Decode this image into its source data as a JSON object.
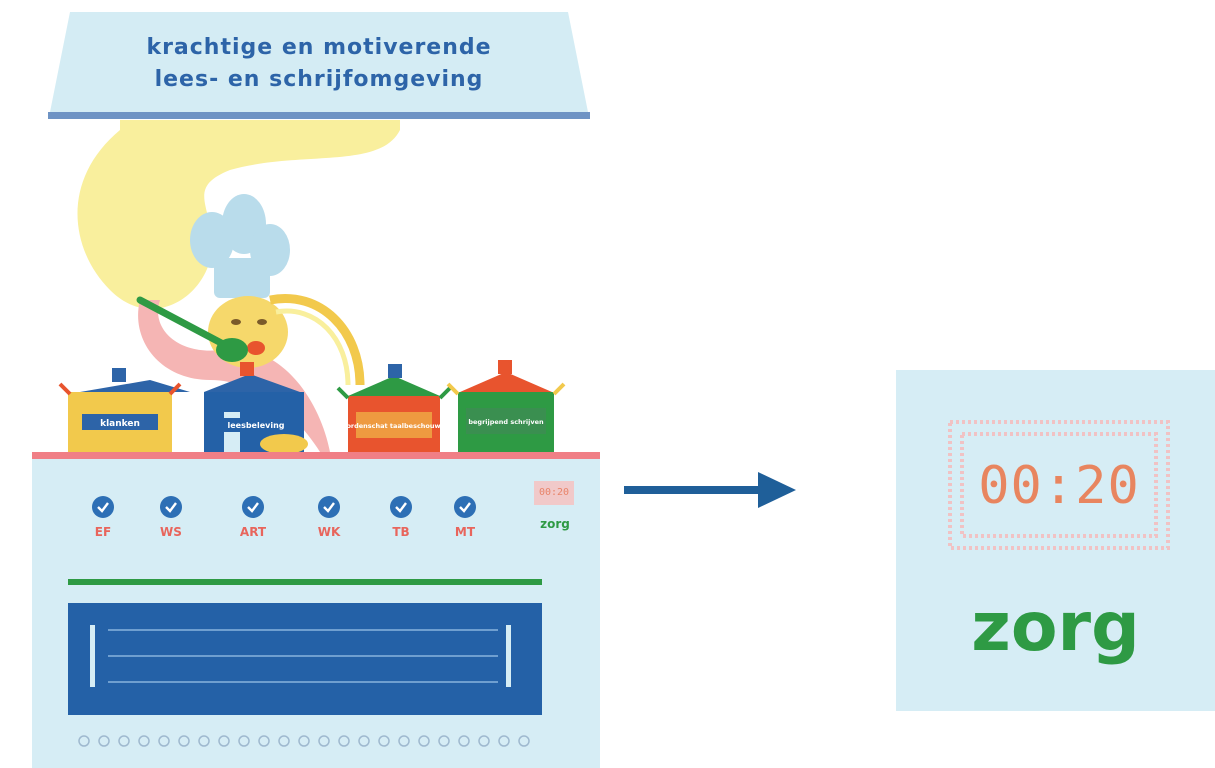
{
  "hood": {
    "title_line1": "krachtige en motiverende",
    "title_line2": "lees- en schrijfomgeving"
  },
  "pots": [
    {
      "label": "klanken",
      "color": "#f2c94c"
    },
    {
      "label": "leesbeleving",
      "color": "#2461a7"
    },
    {
      "label": "woordenschat taalbeschouwing",
      "color": "#e8542e"
    },
    {
      "label": "begrijpend schrijven",
      "color": "#2e9a44"
    }
  ],
  "knobs": [
    {
      "label": "EF",
      "icon": "check-dial-icon"
    },
    {
      "label": "WS",
      "icon": "check-dial-icon"
    },
    {
      "label": "ART",
      "icon": "check-dial-icon"
    },
    {
      "label": "WK",
      "icon": "check-dial-icon"
    },
    {
      "label": "TB",
      "icon": "check-dial-icon"
    },
    {
      "label": "MT",
      "icon": "check-dial-icon"
    }
  ],
  "stove": {
    "mini_timer": "00:20",
    "mini_zorg": "zorg"
  },
  "zoom": {
    "timer": "00:20",
    "label": "zorg"
  },
  "colors": {
    "hood_bg": "#d4ecf4",
    "hood_text": "#2d64a8",
    "stove_bg": "#d6edf5",
    "stove_top": "#f07f86",
    "oven_door": "#2461a7",
    "zorg_green": "#2e9a44",
    "timer_orange": "#e8855f",
    "arrow_blue": "#1f5f99",
    "steam_yellow": "#f9ef9d",
    "knob_blue": "#2d6fb5"
  }
}
